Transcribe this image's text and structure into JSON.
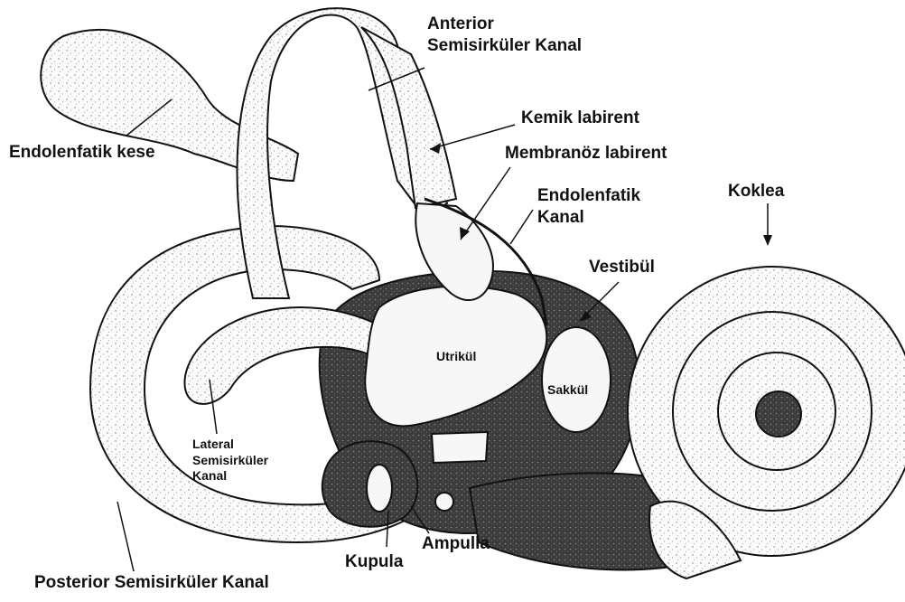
{
  "labels": {
    "anterior": [
      "Anterior",
      "Semisirküler Kanal"
    ],
    "endolenfatik_kese": "Endolenfatik kese",
    "kemik_labirent": "Kemik labirent",
    "membranoz_labirent": "Membranöz labirent",
    "endolenfatik_kanal": [
      "Endolenfatik",
      "Kanal"
    ],
    "koklea": "Koklea",
    "vestibul": "Vestibül",
    "utrikul": "Utrikül",
    "sakkul": "Sakkül",
    "lateral": [
      "Lateral",
      "Semisirküler",
      "Kanal"
    ],
    "ampulla": "Ampulla",
    "kupula": "Kupula",
    "posterior": "Posterior Semisirküler Kanal"
  },
  "colors": {
    "ink": "#111111",
    "stipple_fill": "#f6f6f6",
    "dark_fill": "#3a3a3a",
    "background": "#ffffff"
  }
}
